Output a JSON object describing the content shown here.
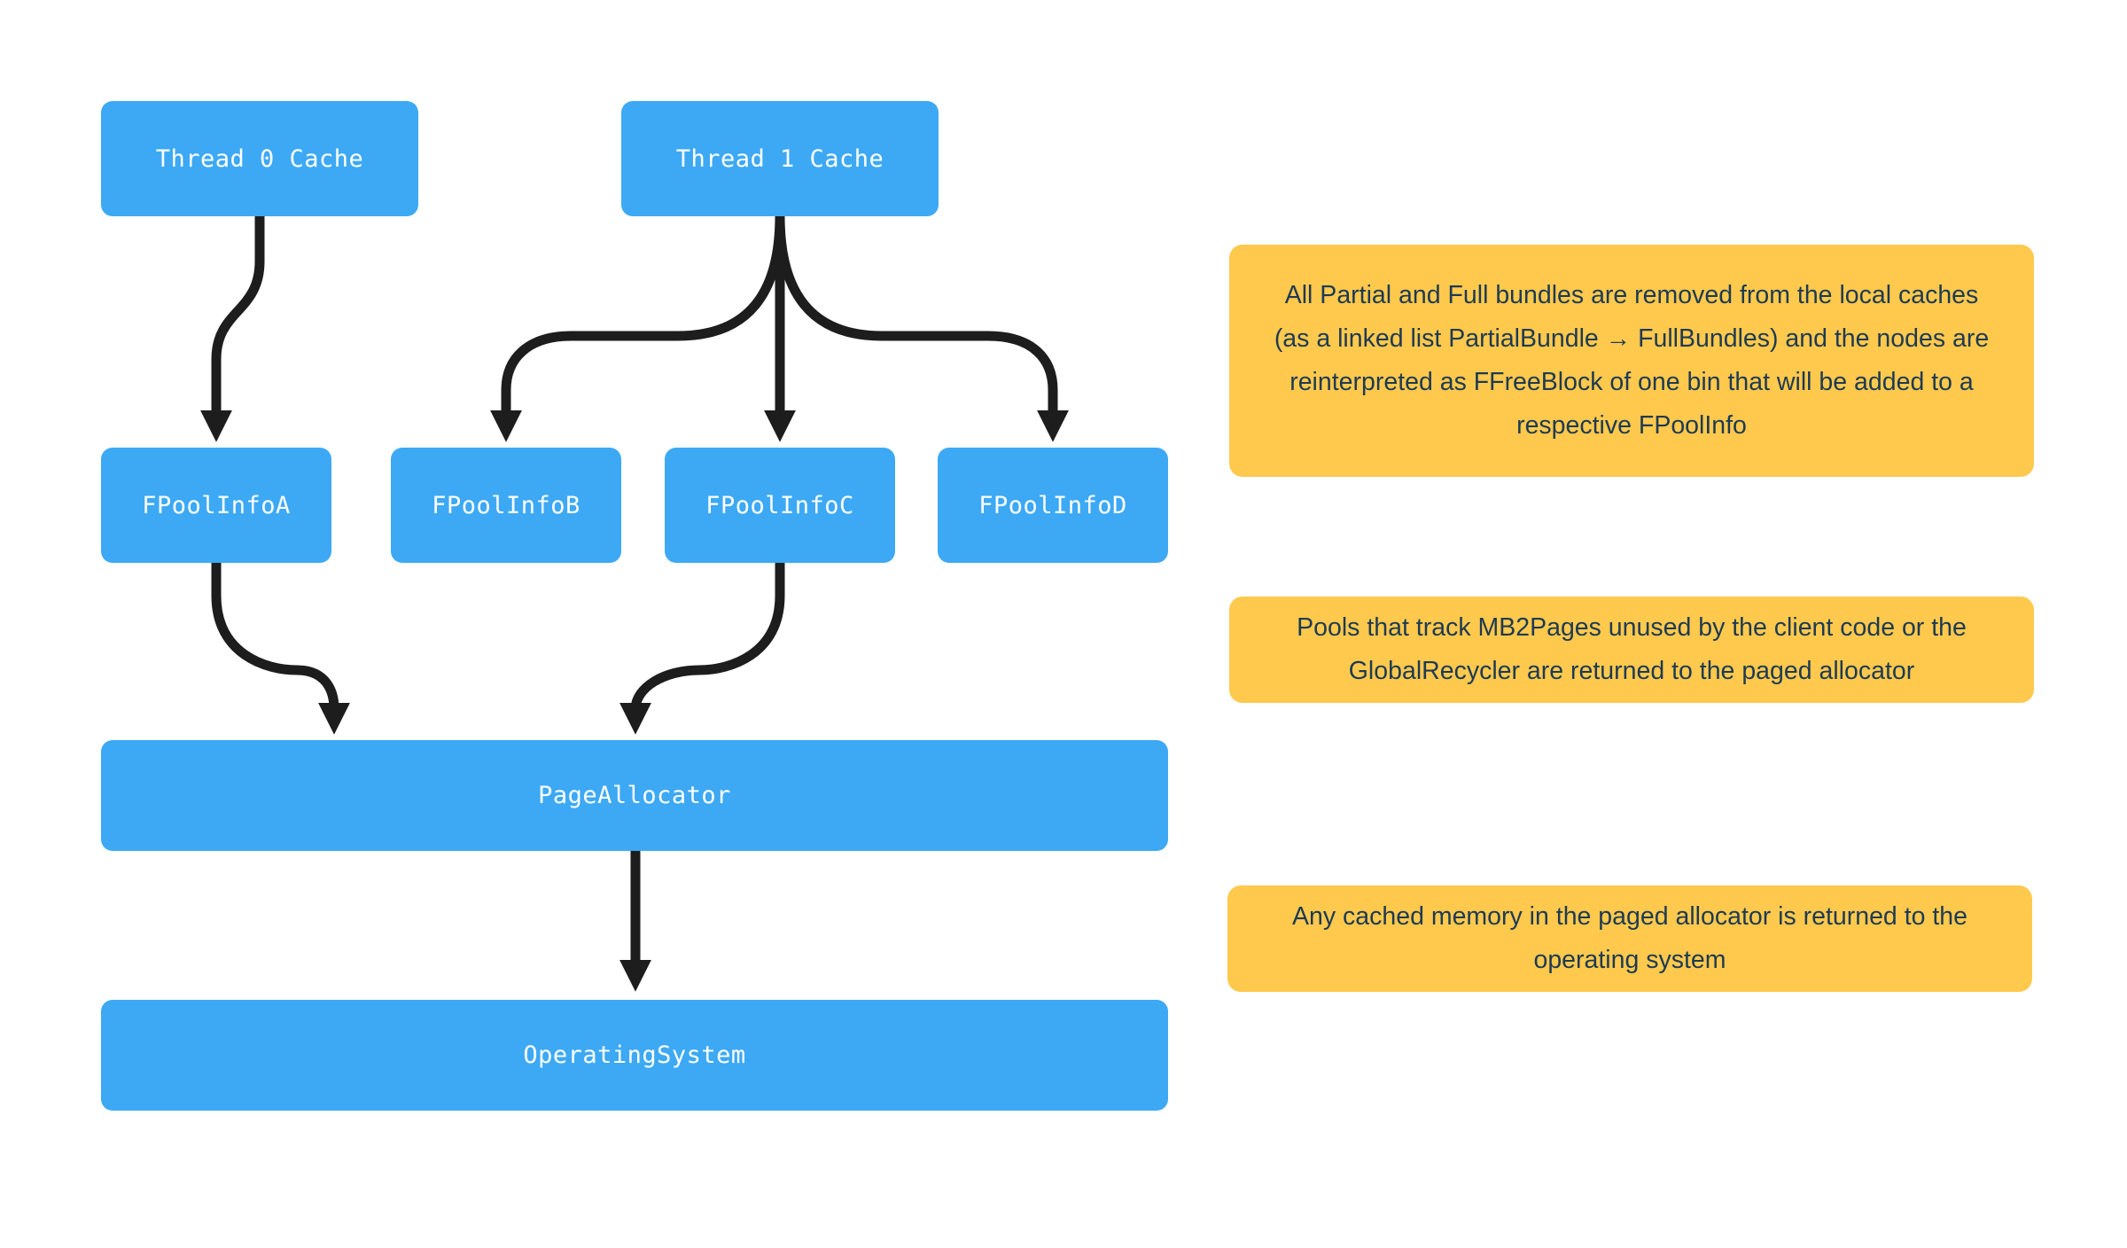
{
  "nodes": {
    "thread0": "Thread 0 Cache",
    "thread1": "Thread 1 Cache",
    "pool_a": "FPoolInfoA",
    "pool_b": "FPoolInfoB",
    "pool_c": "FPoolInfoC",
    "pool_d": "FPoolInfoD",
    "page_allocator": "PageAllocator",
    "operating_system": "OperatingSystem"
  },
  "notes": {
    "bundles": "All Partial and Full bundles are removed from the local caches (as a linked list PartialBundle → FullBundles) and the nodes are reinterpreted as FFreeBlock of one bin that will be added to a respective FPoolInfo",
    "pools": "Pools that track MB2Pages unused by the client code or the GlobalRecycler are returned to the paged allocator",
    "cached_memory": "Any cached memory in the paged allocator is returned to the operating system"
  },
  "colors": {
    "background": "#ffffff",
    "node_fill": "#3da9f4",
    "node_text": "#ffffff",
    "note_fill": "#ffc94d",
    "note_text": "#1e3a52",
    "arrow": "#1d1d1d"
  }
}
